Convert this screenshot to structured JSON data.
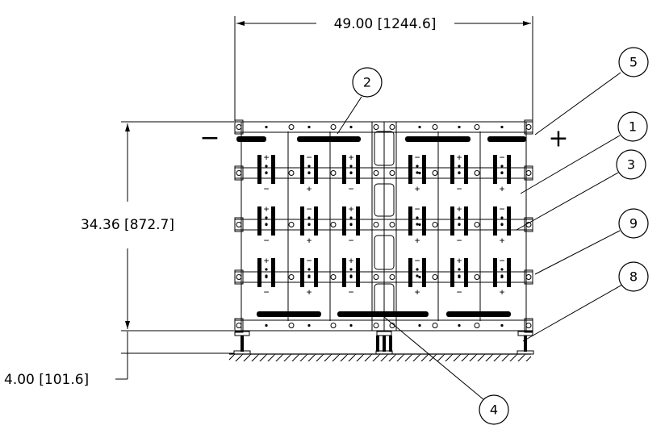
{
  "dimensions": {
    "width": "49.00 [1244.6]",
    "height": "34.36 [872.7]",
    "stand": "4.00 [101.6]"
  },
  "terminals": {
    "negative": "−",
    "positive": "+"
  },
  "cell_marks": {
    "plus": "+",
    "minus": "−"
  },
  "balloons": [
    {
      "id": "5",
      "label": "5"
    },
    {
      "id": "2",
      "label": "2"
    },
    {
      "id": "1",
      "label": "1"
    },
    {
      "id": "3",
      "label": "3"
    },
    {
      "id": "9",
      "label": "9"
    },
    {
      "id": "8",
      "label": "8"
    },
    {
      "id": "4",
      "label": "4"
    }
  ],
  "colors": {
    "line": "#000000",
    "background": "#ffffff"
  }
}
